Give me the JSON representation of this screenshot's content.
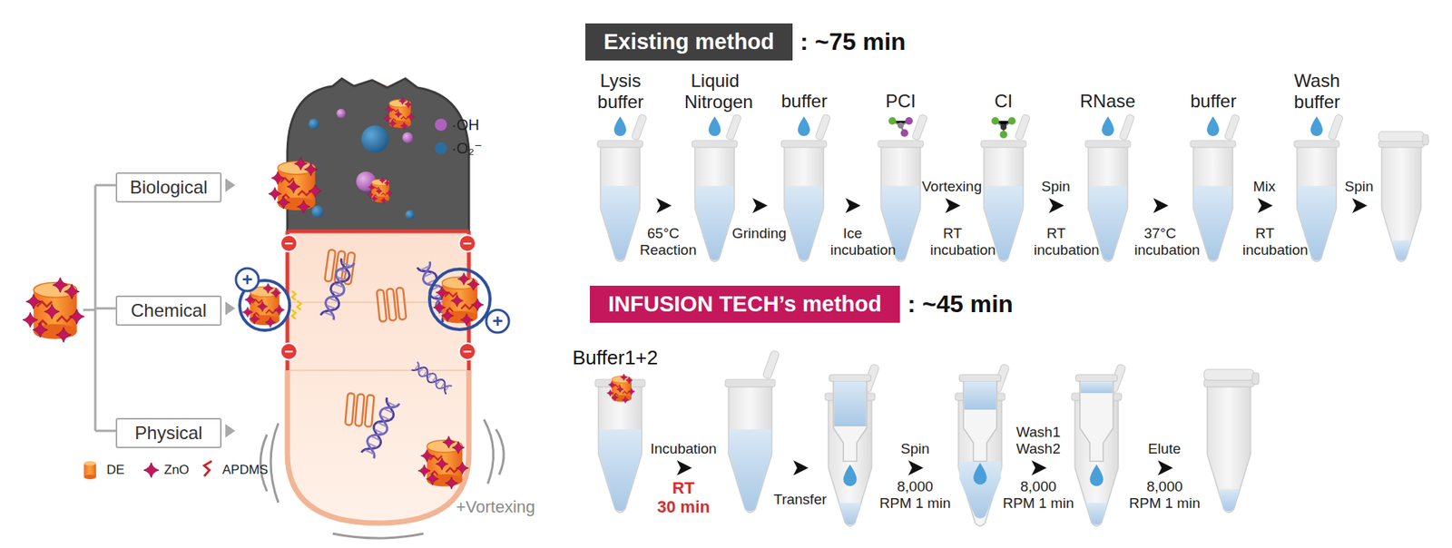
{
  "diagram": {
    "nodes": [
      {
        "text": [
          "Biological"
        ]
      },
      {
        "text": [
          "Chemical"
        ]
      },
      {
        "text": [
          "Physical"
        ]
      },
      {
        "text": [
          "Existing method"
        ]
      },
      {
        "text": [
          "INFUSION TECH’s method"
        ]
      }
    ],
    "labels": [
      "Lysis buffer",
      "Liquid Nitrogen",
      "buffer",
      "PCI",
      "CI",
      "RNase",
      "buffer",
      "Wash buffer",
      "65°C Reaction",
      "Grinding",
      "Ice incubation",
      "Vortexing",
      "RT incubation",
      "Spin",
      "RT incubation",
      "37°C incubation",
      "Mix",
      "RT incubation",
      "Spin",
      "Buffer1+2",
      "Incubation",
      "RT",
      "30 min",
      "Transfer",
      "Spin",
      "8,000 RPM 1 min",
      "Wash1 Wash2",
      "8,000 RPM 1 min",
      "Elute",
      "8,000 RPM 1 min",
      ": ~75 min",
      ": ~45 min",
      "+Vortexing",
      "−",
      "−",
      "−",
      "−",
      "+",
      "+"
    ],
    "legend": [
      {
        "text": "DE"
      },
      {
        "text": "ZnO"
      },
      {
        "text": "APDMS"
      },
      {
        "text": "·OH",
        "color": "#b160c0"
      },
      {
        "text": "·O₂⁻",
        "color": "#2b6e9e"
      }
    ]
  }
}
